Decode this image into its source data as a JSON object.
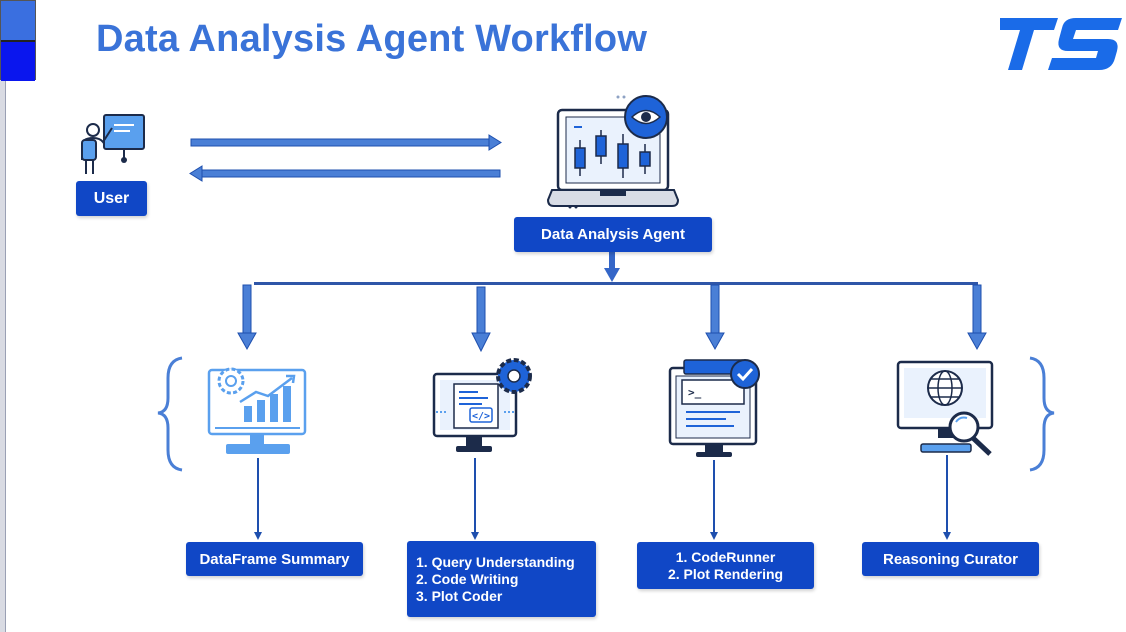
{
  "title": "Data Analysis Agent Workflow",
  "logo_text": "TS",
  "user": {
    "label": "User",
    "icon": "presenter-icon"
  },
  "agent": {
    "label": "Data Analysis Agent",
    "icon": "laptop-eye-icon"
  },
  "tools": [
    {
      "icon": "monitor-chart-gear-icon",
      "lines": [
        "DataFrame Summary"
      ]
    },
    {
      "icon": "monitor-code-gear-icon",
      "lines": [
        "1. Query Understanding",
        "2. Code Writing",
        "3. Plot Coder"
      ]
    },
    {
      "icon": "monitor-terminal-check-icon",
      "lines": [
        "1. CodeRunner",
        "2. Plot Rendering"
      ]
    },
    {
      "icon": "monitor-globe-search-icon",
      "lines": [
        "Reasoning Curator"
      ]
    }
  ],
  "colors": {
    "title": "#3a73d8",
    "label_bg": "#1047c6",
    "arrow": "#3466c8",
    "icon_dark": "#1c2b4a",
    "icon_blue": "#1e63d8",
    "icon_light": "#5aa0ee"
  }
}
